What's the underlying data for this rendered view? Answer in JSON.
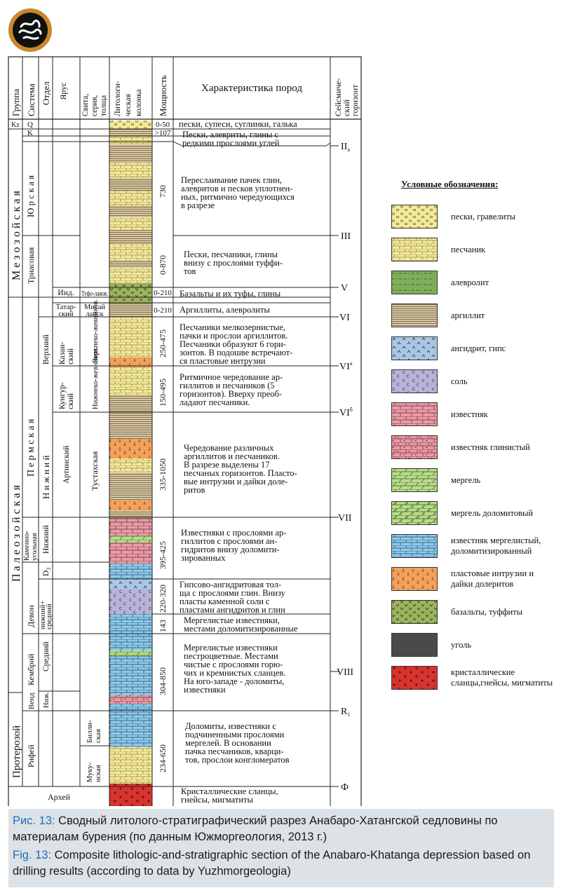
{
  "header": {
    "group": "Группа",
    "system": "Система",
    "department": "Отдел",
    "stage": "Ярус",
    "suite": [
      "Свита,",
      "серия,",
      "толща"
    ],
    "litho": [
      "Литологи-",
      "ческая",
      "колонка"
    ],
    "thickness": "Мощность",
    "description": "Характеристика пород",
    "seismic": [
      "Сейсмиче-",
      "ский",
      "горизонт"
    ]
  },
  "groups": {
    "kz": "Kz",
    "mesozoic": "М е з о з о й с к а я",
    "paleozoic": "П а л е о з о й с к а я",
    "proterozoic": "Протерозой",
    "archean": "Архей"
  },
  "systems": {
    "q": "Q",
    "k": "K",
    "jurassic": "Ю р с к а я",
    "triassic": "Триасовая",
    "permian": "П е р м с к а я",
    "carboniferous": [
      "Каменно-",
      "угольная"
    ],
    "devonian": "Девон",
    "cambrian": "Кембрий",
    "vendian": "Венд",
    "riphean": "Рифей"
  },
  "departments": {
    "upper": "Верхний",
    "lower_perm": "Н и ж н и й",
    "lower_carb": "Нижний",
    "d3": "D",
    "d3_sub": "3",
    "lower_middle": [
      "нижний+",
      "средний"
    ],
    "middle": "Средний",
    "lower_cam": "Ниж."
  },
  "stages": {
    "ind": "Инд.",
    "tatar": [
      "Татар-",
      "ский"
    ],
    "kazan": [
      "Казан-",
      "ский"
    ],
    "kungur": [
      "Кунгур-",
      "ский"
    ],
    "artin": "Артинский"
  },
  "suites": {
    "tufolav": "Туфо-лавов.",
    "misai": [
      "Мисай",
      "лапск"
    ],
    "verkhnekozh": "Верхнеко-жевников.",
    "nizhnekozh": "Нижнеко-жевников.",
    "tustakh": "Тустахская",
    "billakh": [
      "Билли-",
      "ская"
    ],
    "muku": [
      "Муку-",
      "нская"
    ]
  },
  "thicknesses": {
    "q": "0-50",
    "k": ">107",
    "jur": "730",
    "tri": "0-870",
    "ind": "0-210",
    "tat": "0-210",
    "kaz": "250-475",
    "kun": "150-495",
    "art": "335-1050",
    "carb": "395-425",
    "dev1": "220-320",
    "dev2": "143",
    "cam": "304-850",
    "rif": "234-650"
  },
  "descriptions": {
    "q": "пески, супеси, суглинки, галька",
    "k": [
      "Пески, алевриты, глины с",
      "редкими прослоями углей"
    ],
    "jur": [
      "Переслаивание пачек глин,",
      "алевритов и песков уплотнен-",
      "ных, ритмично чередующихся",
      "в разрезе"
    ],
    "tri": [
      "Пески, песчаники, глины",
      "внизу с прослоями туффи-",
      "тов"
    ],
    "ind": "Базальты и их туфы, глины",
    "tat": "Аргиллиты, алевролиты",
    "kaz": [
      "Песчаники мелкозернистые,",
      "пачки и прослои аргиллитов.",
      "Песчаники образуют 6 гори-",
      "зонтов. В подошве встречают-",
      "ся пластовые интрузии"
    ],
    "kun": [
      "Ритмичное чередование ар-",
      "гиллитов и песчаников (5",
      "горизонтов). Вверху преоб-",
      "ладают песчаники."
    ],
    "art": [
      "Чередование различных",
      "аргиллитов и песчаников.",
      "В разрезе выделены 17",
      "песчаных горизонтов. Пласто-",
      "вые интрузии и дайки доле-",
      "ритов"
    ],
    "carb": [
      "Известняки с прослоями ар-",
      "гиллитов с прослоями ан-",
      "гидритов внизу доломити-",
      "зированных"
    ],
    "dev1": [
      "Гипсово-ангидритовая тол-",
      "ща с прослоями глин. Внизу",
      "пласты каменной соли с",
      "пластами ангидритов и глин"
    ],
    "dev2": [
      "Мергелистые известняки,",
      "местами доломитизированные"
    ],
    "cam": [
      "Мергелистые известняки",
      "пестроцветные. Местами",
      "чистые с прослоями горю-",
      "чих и кремнистых сланцев.",
      "На юго-западе - доломиты,",
      "известняки"
    ],
    "rif": [
      "Доломиты, известняки с",
      "подчиненными прослоями",
      "мергелей. В основании",
      "пачка песчаников, кварци-",
      "тов, прослои конгломератов"
    ],
    "arch": [
      "Кристаллические сланцы,",
      "гнейсы, мигматиты"
    ]
  },
  "seismic": {
    "IIa": "II",
    "IIa_sub": "а",
    "III": "III",
    "V": "V",
    "VI": "VI",
    "VIa": "VI",
    "VIa_sup": "а",
    "VIb": "VI",
    "VIb_sup": "б",
    "VII": "VII",
    "VIII": "VIII",
    "R1": "R",
    "R1_sub": "1",
    "F": "Ф"
  },
  "legend": {
    "title": "Условные обозначения:",
    "items": [
      {
        "label": "пески, гравелиты",
        "pattern": "sand-gravel"
      },
      {
        "label": "песчаник",
        "pattern": "sandstone"
      },
      {
        "label": "алевролит",
        "pattern": "siltstone"
      },
      {
        "label": "аргиллит",
        "pattern": "argillite"
      },
      {
        "label": "ангидрит, гипс",
        "pattern": "anhydrite"
      },
      {
        "label": "соль",
        "pattern": "salt"
      },
      {
        "label": "известняк",
        "pattern": "limestone"
      },
      {
        "label": "известняк глинистый",
        "pattern": "clay-limestone"
      },
      {
        "label": "мергель",
        "pattern": "marl"
      },
      {
        "label": "мергель доломитовый",
        "pattern": "dolomitic-marl"
      },
      {
        "label": "известняк мергелистый, доломитизированный",
        "pattern": "marly-limestone"
      },
      {
        "label": "пластовые интрузии и дайки долеритов",
        "pattern": "dolerite"
      },
      {
        "label": "базальты, туффиты",
        "pattern": "basalt"
      },
      {
        "label": "уголь",
        "pattern": "coal"
      },
      {
        "label": "кристаллические сланцы,гнейсы, мигматиты",
        "pattern": "crystalline"
      }
    ]
  },
  "colors": {
    "sand": "#f3ea9c",
    "silt": "#7fae5a",
    "argillite": "#d8c7a2",
    "anhydrite": "#a9c6e6",
    "salt": "#b8b3da",
    "limestone": "#e89aa6",
    "marl": "#b9dc8b",
    "marly_limestone": "#8ec9ea",
    "dolerite": "#f3a15a",
    "basalt": "#9cb45a",
    "coal": "#4a4a4a",
    "crystalline": "#d8332e",
    "caption_bg": "#dde2e7",
    "caption_label": "#1d6cb5"
  },
  "caption": {
    "ru_label": "Рис. 13:",
    "ru_text": "Сводный литолого-стратиграфический разрез Анабаро-Хатангской седловины по материалам бурения (по данным Южморгеология, 2013 г.)",
    "en_label": "Fig. 13:",
    "en_text": "Composite lithologic-and-stratigraphic section of the Anabaro-Khatanga depression based on drilling results (according to data by Yuzhmorgeologia)"
  }
}
